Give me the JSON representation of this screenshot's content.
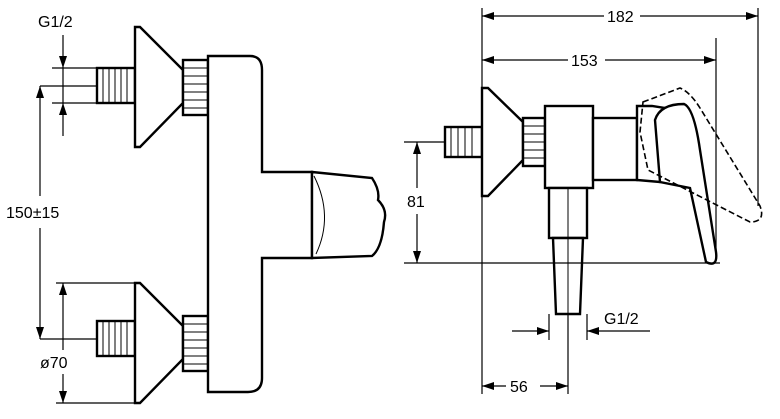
{
  "labels": {
    "thread_top": "G1/2",
    "distance": "150±15",
    "diameter": "ø70",
    "total_depth": "182",
    "body_depth": "153",
    "height": "81",
    "thread_outlet": "G1/2",
    "offset": "56"
  }
}
